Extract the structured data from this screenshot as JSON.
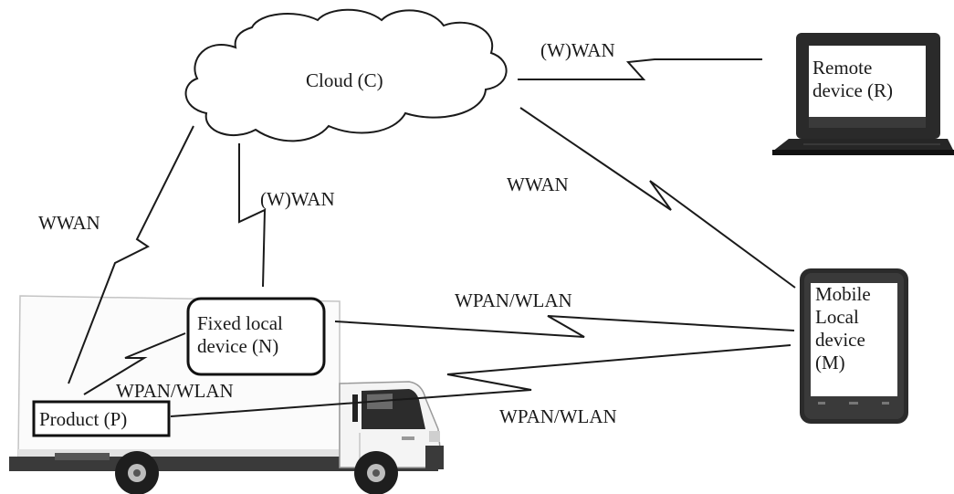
{
  "nodes": {
    "cloud": "Cloud (C)",
    "remote": "Remote\ndevice (R)",
    "fixed": "Fixed local\ndevice (N)",
    "mobile": "Mobile\nLocal\ndevice\n(M)",
    "product": "Product (P)"
  },
  "links": {
    "cloud_remote": "(W)WAN",
    "cloud_fixed": "(W)WAN",
    "cloud_product": "WWAN",
    "cloud_mobile": "WWAN",
    "fixed_mobile": "WPAN/WLAN",
    "product_fixed": "WPAN/WLAN",
    "product_mobile": "WPAN/WLAN"
  },
  "icons": {
    "cloud": "cloud-icon",
    "laptop": "laptop-icon",
    "phone": "smartphone-icon",
    "truck": "truck-icon"
  }
}
